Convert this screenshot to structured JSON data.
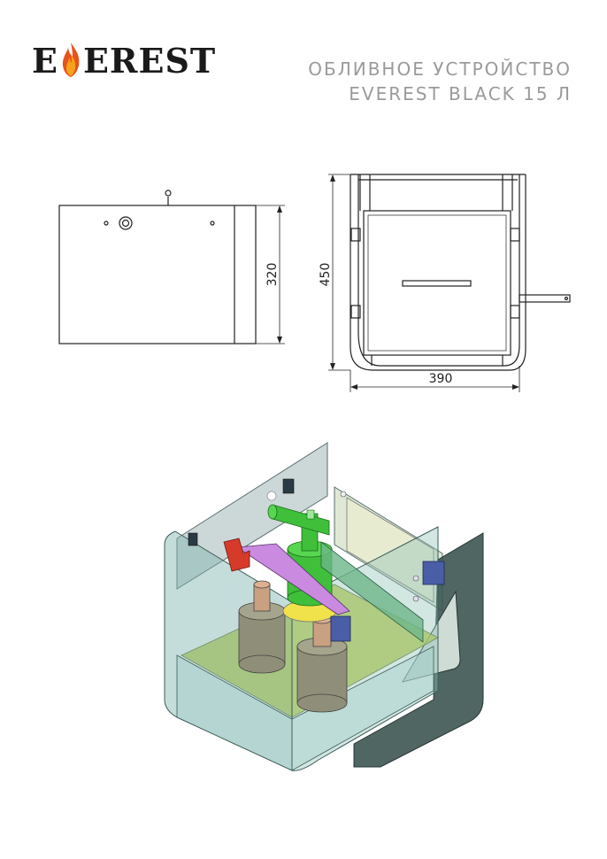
{
  "logo": {
    "text_before": "E",
    "text_after": "EREST"
  },
  "title": {
    "line1": "ОБЛИВНОЕ УСТРОЙСТВО",
    "line2": "EVEREST BLACK 15 Л"
  },
  "dimensions": {
    "side_height": "320",
    "front_height": "450",
    "front_width": "390"
  }
}
